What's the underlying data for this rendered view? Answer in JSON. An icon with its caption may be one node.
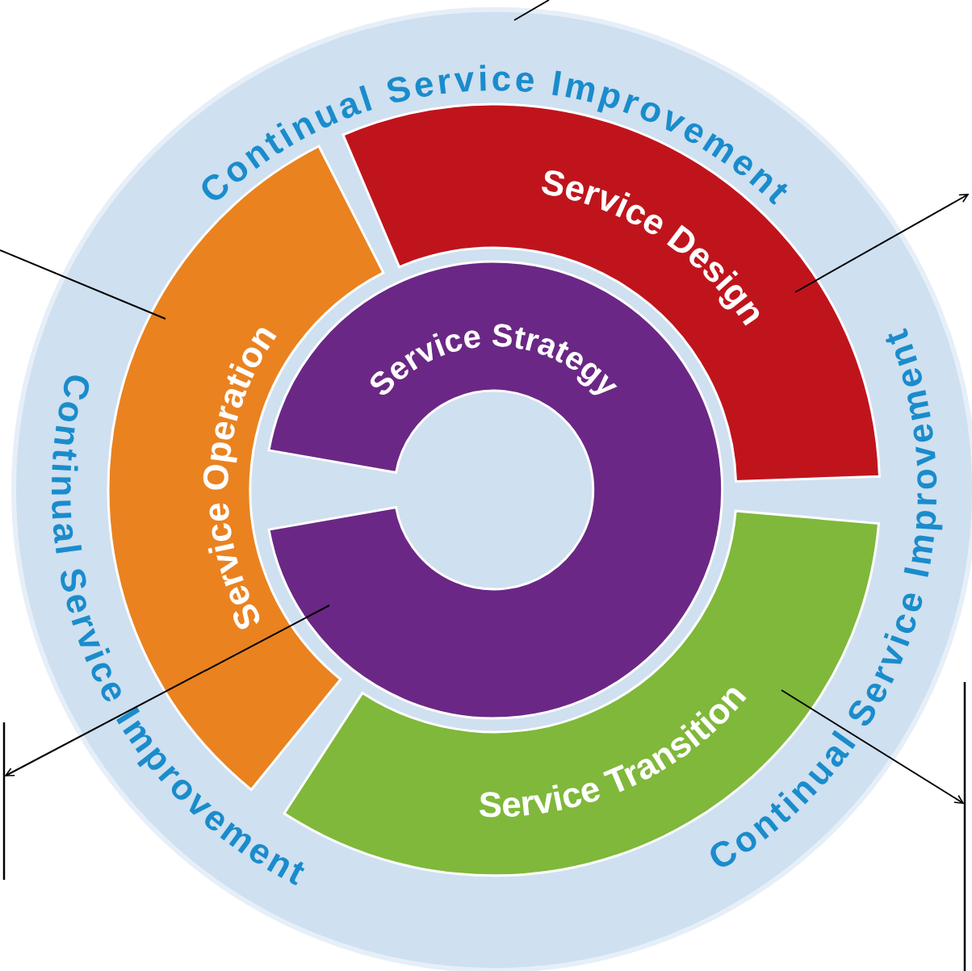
{
  "diagram": {
    "nodes": [
      {
        "text": [],
        "shape": "circle"
      },
      {
        "text": [
          "Service Design"
        ],
        "in": 0
      },
      {
        "text": [
          "Service Transition"
        ],
        "in": 0
      },
      {
        "text": [
          "Service Operation"
        ],
        "in": 0
      },
      {
        "text": [
          "Service Strategy"
        ],
        "in": 0
      }
    ],
    "edges": [
      {
        "from": 0,
        "to": null,
        "arrow": "none"
      },
      {
        "from": null,
        "to": 3,
        "arrow": "none"
      },
      {
        "from": 1,
        "to": null,
        "arrow": "to"
      },
      {
        "from": 4,
        "to": null,
        "arrow": "to"
      },
      {
        "from": 2,
        "to": null,
        "arrow": "to"
      }
    ],
    "labels": [
      "Continual Service Improvement",
      "Continual Service Improvement",
      "Continual Service Improvement"
    ]
  }
}
